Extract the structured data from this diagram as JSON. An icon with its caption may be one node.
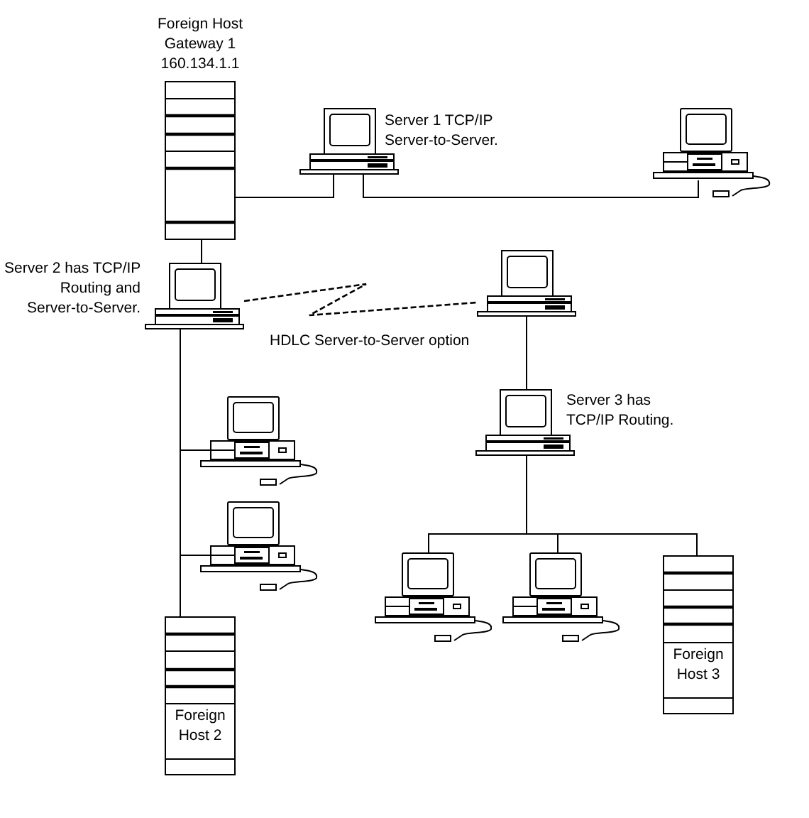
{
  "diagram": {
    "nodes": [
      {
        "text": [
          "Foreign Host Gateway 1 160.134.1.1"
        ]
      },
      {
        "text": [
          "Server 1 TCP/IP Server-to-Server."
        ]
      },
      {
        "text": [],
        "shape": "computer"
      },
      {
        "text": [
          "Server 2 has TCP/IP Routing and Server-to-Server."
        ]
      },
      {
        "text": [],
        "shape": "computer"
      },
      {
        "text": [
          "Server 3 has TCP/IP Routing."
        ]
      },
      {
        "text": [],
        "shape": "computer"
      },
      {
        "text": [],
        "shape": "computer"
      },
      {
        "text": [],
        "shape": "computer"
      },
      {
        "text": [],
        "shape": "computer"
      },
      {
        "text": [
          "Foreign Host 3"
        ]
      },
      {
        "text": [
          "Foreign Host 2"
        ]
      }
    ],
    "edges": [
      {
        "from": 0,
        "to": 1,
        "arrow": "none"
      },
      {
        "from": 1,
        "to": 2,
        "arrow": "none"
      },
      {
        "from": 0,
        "to": 3,
        "arrow": "none"
      },
      {
        "from": 3,
        "to": 4,
        "arrow": "none",
        "label": "HDLC Server-to-Server option",
        "style": "dashed"
      },
      {
        "from": 3,
        "to": 11,
        "arrow": "none"
      },
      {
        "from": 3,
        "to": 6,
        "arrow": "none"
      },
      {
        "from": 3,
        "to": 7,
        "arrow": "none"
      },
      {
        "from": 4,
        "to": 5,
        "arrow": "none"
      },
      {
        "from": 5,
        "to": 8,
        "arrow": "none"
      },
      {
        "from": 5,
        "to": 9,
        "arrow": "none"
      },
      {
        "from": 5,
        "to": 10,
        "arrow": "none"
      }
    ]
  }
}
